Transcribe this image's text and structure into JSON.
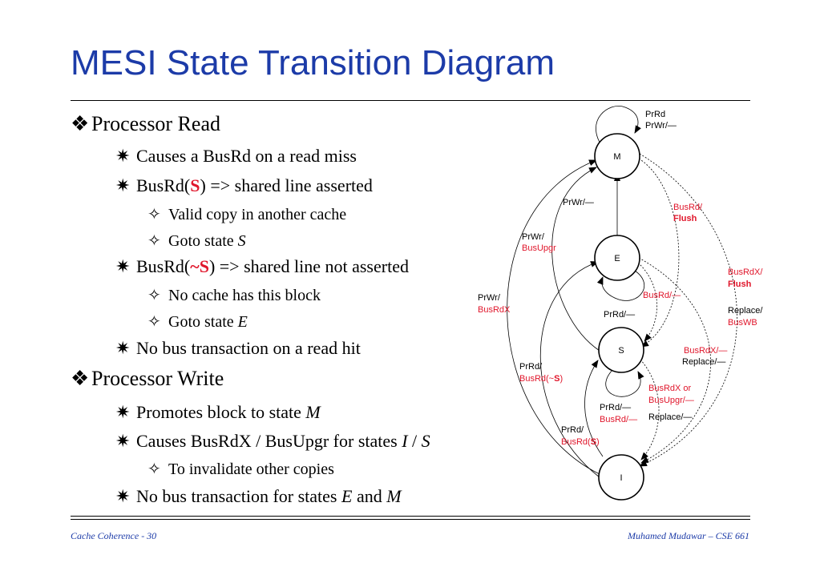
{
  "title": "MESI State Transition Diagram",
  "bullets": {
    "read_heading": "Processor Read",
    "read_miss": "Causes a BusRd on a read miss",
    "busrd_s": {
      "pre": "BusRd(",
      "hl": "S",
      "post": ") => shared line asserted"
    },
    "valid_copy": "Valid copy in another cache",
    "goto_s": {
      "pre": "Goto state ",
      "state": "S"
    },
    "busrd_not_s": {
      "pre": "BusRd(",
      "hl": "~S",
      "post": ") => shared line not asserted"
    },
    "no_cache": "No cache has this block",
    "goto_e": {
      "pre": "Goto state ",
      "state": "E"
    },
    "read_hit": "No bus transaction on a read hit",
    "write_heading": "Processor Write",
    "promotes": {
      "pre": "Promotes block to state ",
      "state": "M"
    },
    "busrdx": {
      "pre": "Causes BusRdX / BusUpgr for states ",
      "s1": "I",
      "sep": " / ",
      "s2": "S"
    },
    "invalidate": "To invalidate other copies",
    "no_bus": {
      "pre": "No bus transaction for states ",
      "s1": "E",
      "mid": " and ",
      "s2": "M"
    }
  },
  "diagram": {
    "states": {
      "M": "M",
      "E": "E",
      "S": "S",
      "I": "I"
    },
    "labels": {
      "m_loop_1": "PrRd",
      "m_loop_2": "PrWr/—",
      "e_to_m": "PrWr/—",
      "m_to_s_1": "BusRd/",
      "m_to_s_2": "Flush",
      "s_to_m_1": "PrWr/",
      "s_to_m_2": "BusUpgr",
      "m_to_i_1": "BusRdX/",
      "m_to_i_2": "Flush",
      "e_to_s": "BusRd/—",
      "e_loop": "PrRd/—",
      "i_to_m_1": "PrWr/",
      "i_to_m_2": "BusRdX",
      "m_to_i_3": "Replace/",
      "m_to_i_4": "BusWB",
      "e_to_i_1": "BusRdX/—",
      "e_to_i_2": "Replace/—",
      "i_to_e_1": "PrRd/",
      "i_to_e_2a": "BusRd(~",
      "i_to_e_2b": "S",
      "i_to_e_2c": ")",
      "s_to_i_1": "BusRdX or",
      "s_to_i_2": "BusUpgr/—",
      "s_loop_1": "PrRd/—",
      "s_loop_2": "BusRd/—",
      "s_to_i_3": "Replace/—",
      "i_to_s_1": "PrRd/",
      "i_to_s_2a": "BusRd(",
      "i_to_s_2b": "S",
      "i_to_s_2c": ")"
    }
  },
  "footer": {
    "left": "Cache Coherence - 30",
    "right": "Muhamed Mudawar – CSE 661"
  },
  "colors": {
    "title": "#1c3ba8",
    "highlight": "#e0162b",
    "footer": "#1c3ba8"
  }
}
